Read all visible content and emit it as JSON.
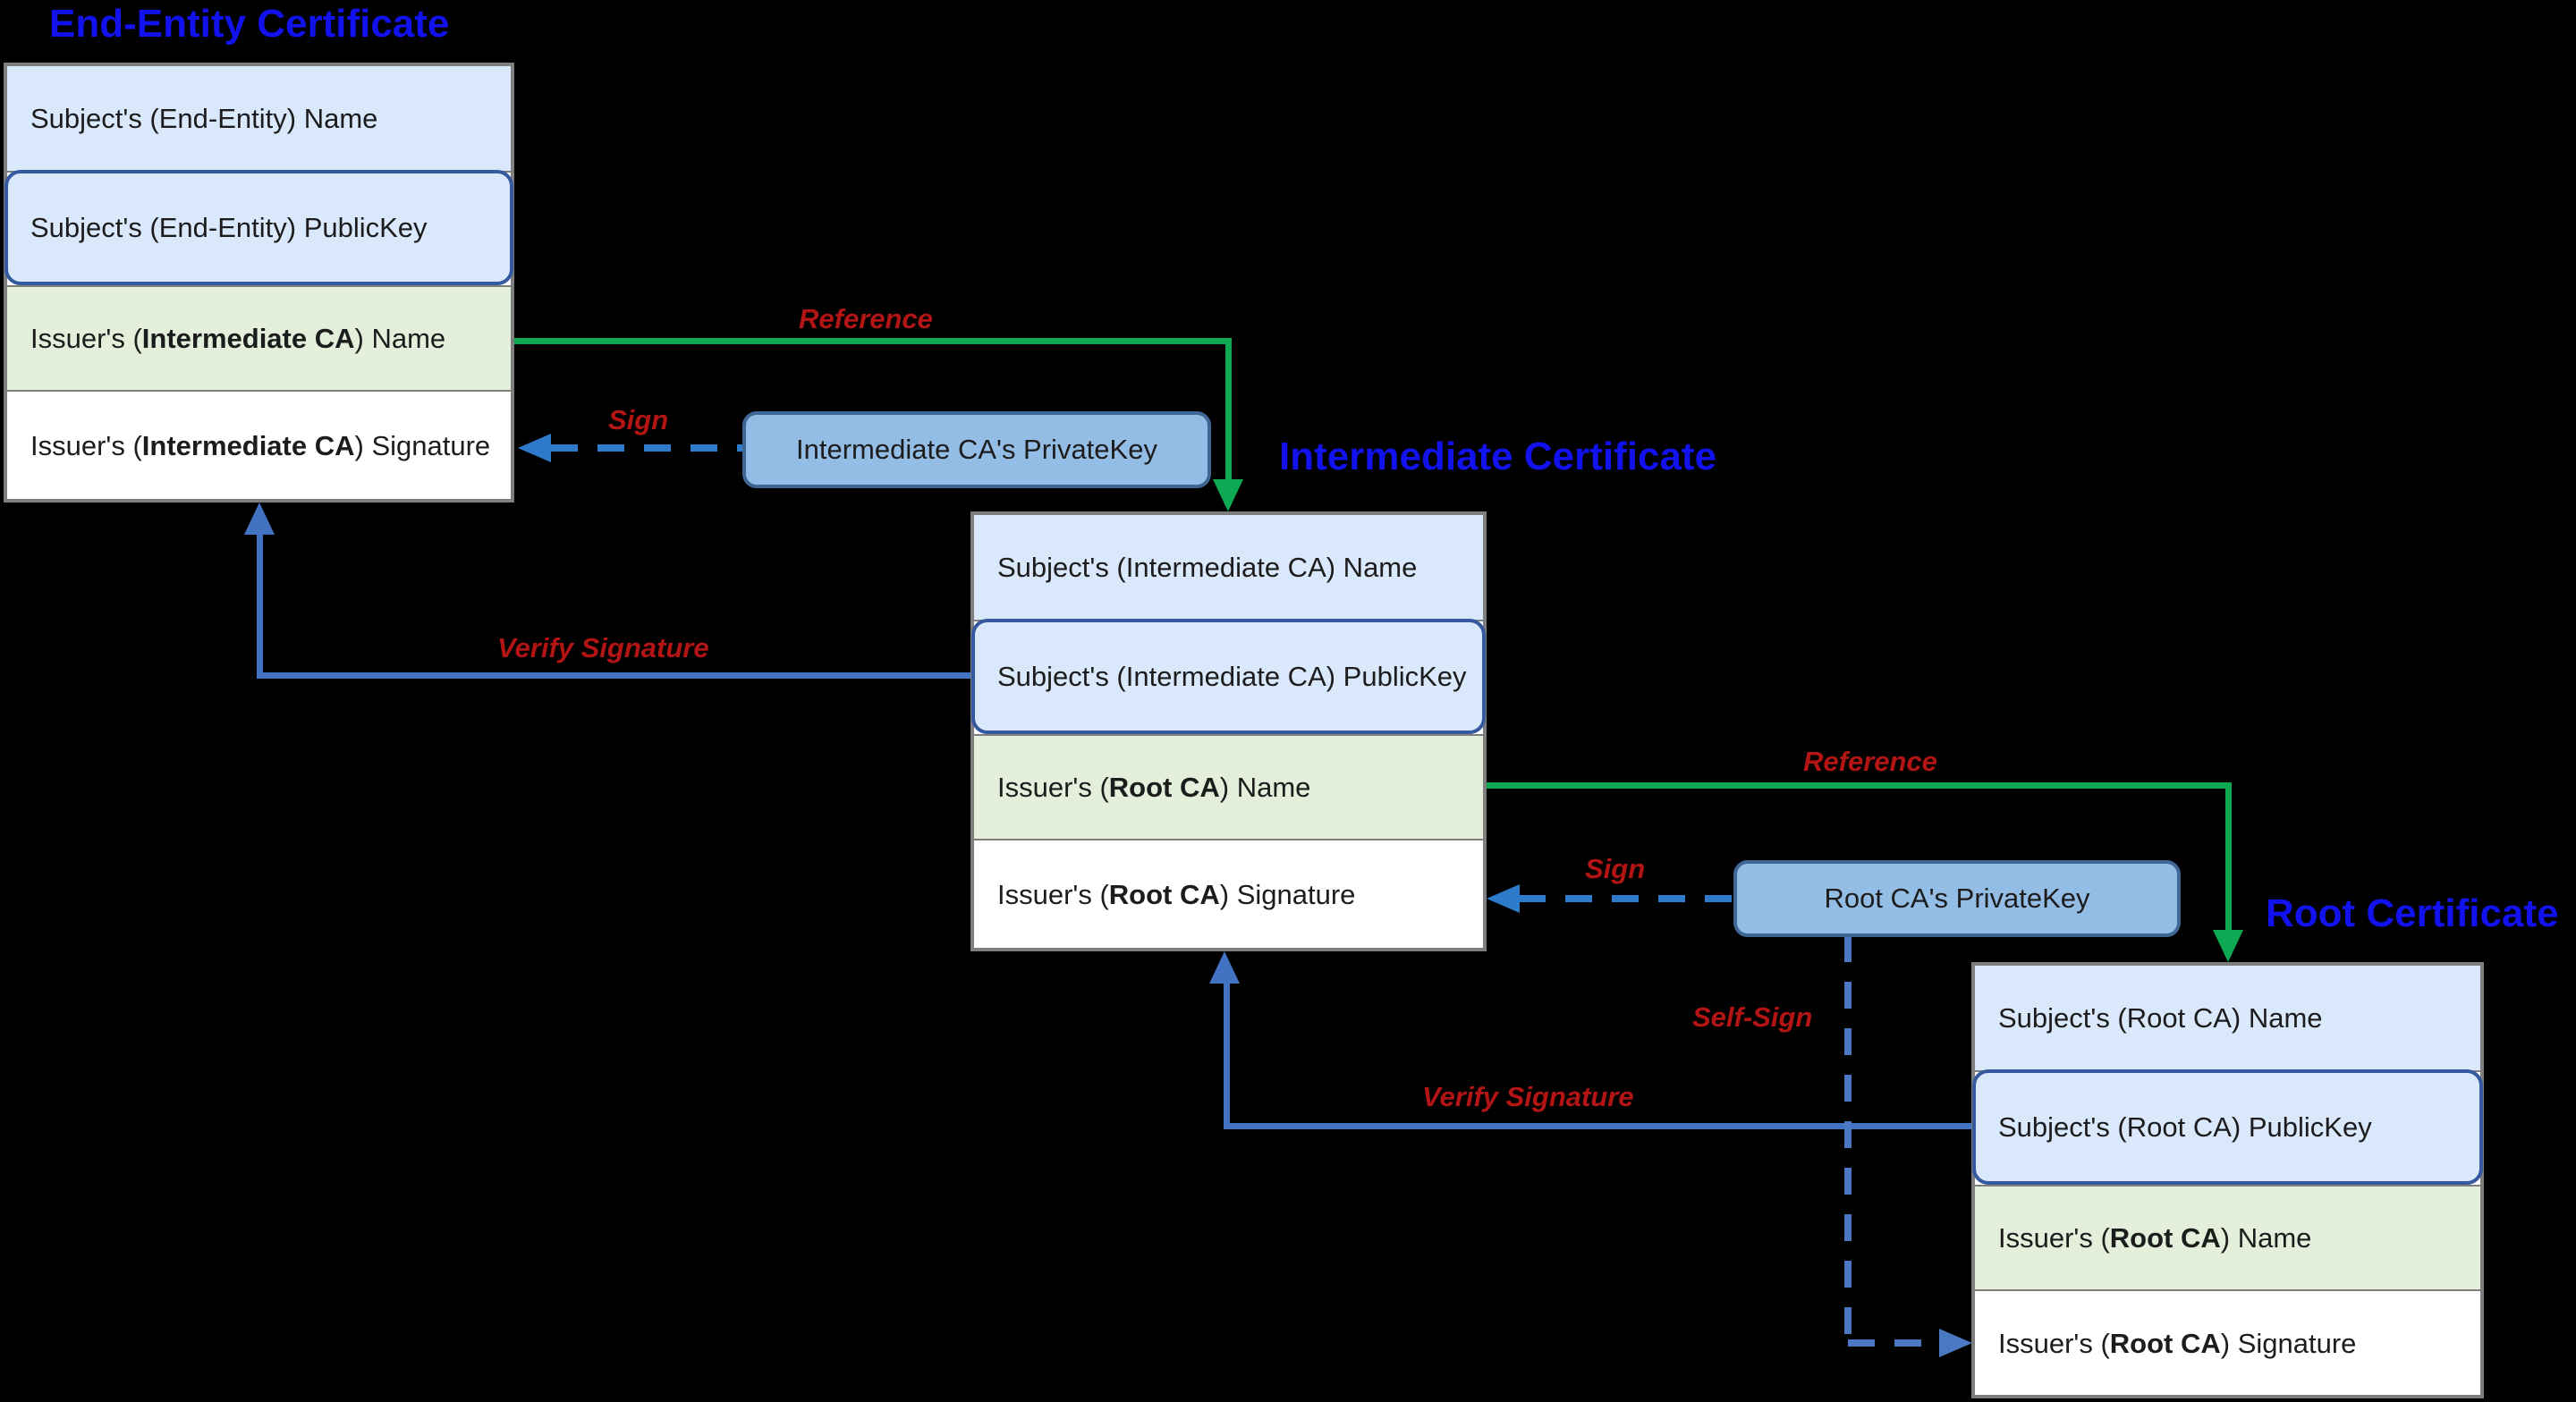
{
  "diagram": {
    "titles": {
      "end_entity": "End-Entity Certificate",
      "intermediate": "Intermediate Certificate",
      "root": "Root Certificate"
    },
    "certs": {
      "end_entity": {
        "rows": [
          {
            "pre": "Subject's (End-Entity) Name",
            "bold": "",
            "post": ""
          },
          {
            "pre": "Subject's (End-Entity) PublicKey",
            "bold": "",
            "post": ""
          },
          {
            "pre": "Issuer's (",
            "bold": "Intermediate CA",
            "post": ") Name"
          },
          {
            "pre": "Issuer's (",
            "bold": "Intermediate CA",
            "post": ") Signature"
          }
        ]
      },
      "intermediate": {
        "rows": [
          {
            "pre": "Subject's (Intermediate CA) Name",
            "bold": "",
            "post": ""
          },
          {
            "pre": "Subject's (Intermediate CA) PublicKey",
            "bold": "",
            "post": ""
          },
          {
            "pre": "Issuer's (",
            "bold": "Root CA",
            "post": ") Name"
          },
          {
            "pre": "Issuer's (",
            "bold": "Root CA",
            "post": ") Signature"
          }
        ]
      },
      "root": {
        "rows": [
          {
            "pre": "Subject's (Root CA) Name",
            "bold": "",
            "post": ""
          },
          {
            "pre": "Subject's (Root CA) PublicKey",
            "bold": "",
            "post": ""
          },
          {
            "pre": "Issuer's (",
            "bold": "Root CA",
            "post": ") Name"
          },
          {
            "pre": "Issuer's (",
            "bold": "Root CA",
            "post": ") Signature"
          }
        ]
      }
    },
    "private_keys": {
      "intermediate": "Intermediate CA's PrivateKey",
      "root": "Root CA's PrivateKey"
    },
    "arrow_labels": {
      "reference_1": "Reference",
      "sign_1": "Sign",
      "verify_1": "Verify Signature",
      "reference_2": "Reference",
      "sign_2": "Sign",
      "verify_2": "Verify Signature",
      "self_sign": "Self-Sign"
    },
    "colors": {
      "background": "#000000",
      "subject_row_fill": "#dae8fc",
      "issuer_name_row_fill": "#e3eedb",
      "signature_row_fill": "#ffffff",
      "row_border": "#7e7e7e",
      "publickey_border": "#35599e",
      "privatekey_fill": "#94bde5",
      "privatekey_border": "#3f6795",
      "title_text": "#1212ef",
      "arrow_label_text": "#b31414",
      "reference_arrow": "#0ea952",
      "verify_arrow": "#4273c2",
      "sign_arrow": "#2e7bcc",
      "self_sign_arrow": "#4a78c2"
    }
  }
}
